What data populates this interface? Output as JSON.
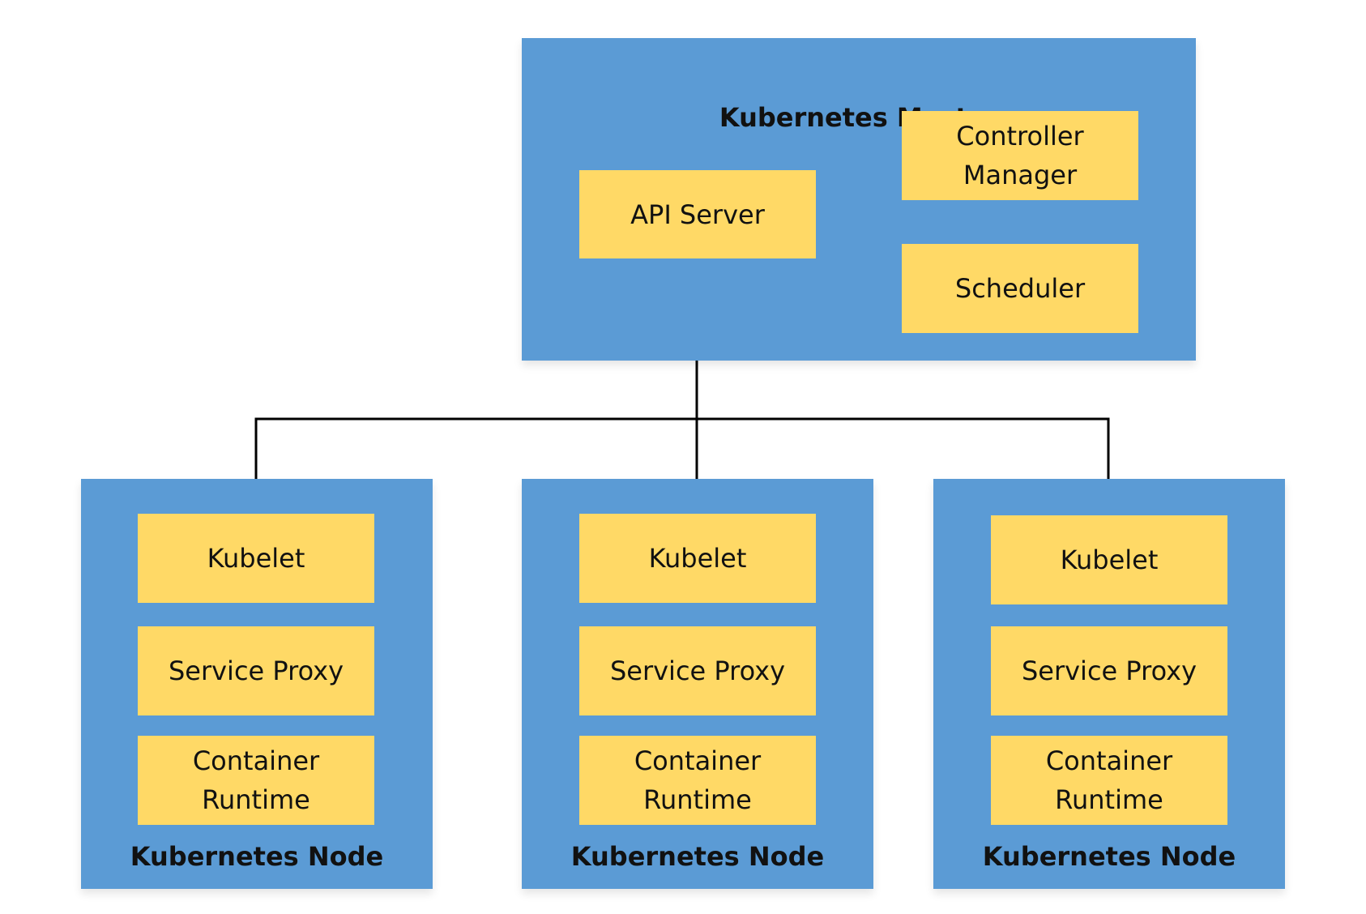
{
  "master": {
    "title": "Kubernetes Master",
    "api_server": "API Server",
    "controller_manager": "Controller\nManager",
    "scheduler": "Scheduler"
  },
  "nodes": [
    {
      "title": "Kubernetes Node",
      "kubelet": "Kubelet",
      "service_proxy": "Service Proxy",
      "container_runtime": "Container\nRuntime"
    },
    {
      "title": "Kubernetes Node",
      "kubelet": "Kubelet",
      "service_proxy": "Service Proxy",
      "container_runtime": "Container\nRuntime"
    },
    {
      "title": "Kubernetes Node",
      "kubelet": "Kubelet",
      "service_proxy": "Service Proxy",
      "container_runtime": "Container\nRuntime"
    }
  ],
  "colors": {
    "panel": "#5b9bd5",
    "component": "#ffd966",
    "line": "#000000"
  }
}
